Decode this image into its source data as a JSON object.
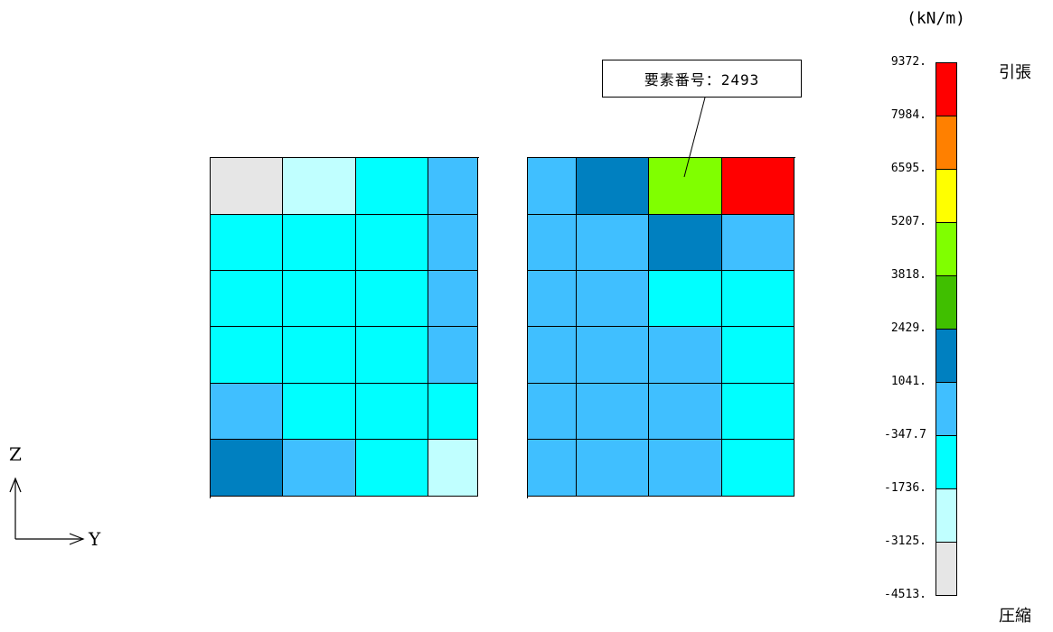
{
  "unit_label": "(kN/m)",
  "tension_label": "引張",
  "compression_label": "圧縮",
  "callout": {
    "text": "要素番号：2493"
  },
  "axes": {
    "vertical": "Z",
    "horizontal": "Y"
  },
  "legend": {
    "ticks": [
      "9372.",
      "7984.",
      "6595.",
      "5207.",
      "3818.",
      "2429.",
      "1041.",
      "-347.7",
      "-1736.",
      "-3125.",
      "-4513."
    ],
    "bands_top_to_bottom": [
      "#ff0000",
      "#ff8000",
      "#ffff00",
      "#80ff00",
      "#40bf00",
      "#0080c0",
      "#40bfff",
      "#00ffff",
      "#c0ffff",
      "#e6e6e6"
    ]
  },
  "panels": [
    {
      "name": "left-wall",
      "col_widths": [
        80,
        81,
        80,
        55
      ],
      "cells": [
        [
          "#e6e6e6",
          "#c0ffff",
          "#00ffff",
          "#40bfff"
        ],
        [
          "#00ffff",
          "#00ffff",
          "#00ffff",
          "#40bfff"
        ],
        [
          "#00ffff",
          "#00ffff",
          "#00ffff",
          "#40bfff"
        ],
        [
          "#00ffff",
          "#00ffff",
          "#00ffff",
          "#40bfff"
        ],
        [
          "#40bfff",
          "#00ffff",
          "#00ffff",
          "#00ffff"
        ],
        [
          "#0080c0",
          "#40bfff",
          "#00ffff",
          "#c0ffff"
        ]
      ]
    },
    {
      "name": "right-wall",
      "col_widths": [
        54,
        80,
        81,
        80
      ],
      "cells": [
        [
          "#40bfff",
          "#0080c0",
          "#80ff00",
          "#ff0000"
        ],
        [
          "#40bfff",
          "#40bfff",
          "#0080c0",
          "#40bfff"
        ],
        [
          "#40bfff",
          "#40bfff",
          "#00ffff",
          "#00ffff"
        ],
        [
          "#40bfff",
          "#40bfff",
          "#40bfff",
          "#00ffff"
        ],
        [
          "#40bfff",
          "#40bfff",
          "#40bfff",
          "#00ffff"
        ],
        [
          "#40bfff",
          "#40bfff",
          "#40bfff",
          "#00ffff"
        ]
      ]
    }
  ]
}
